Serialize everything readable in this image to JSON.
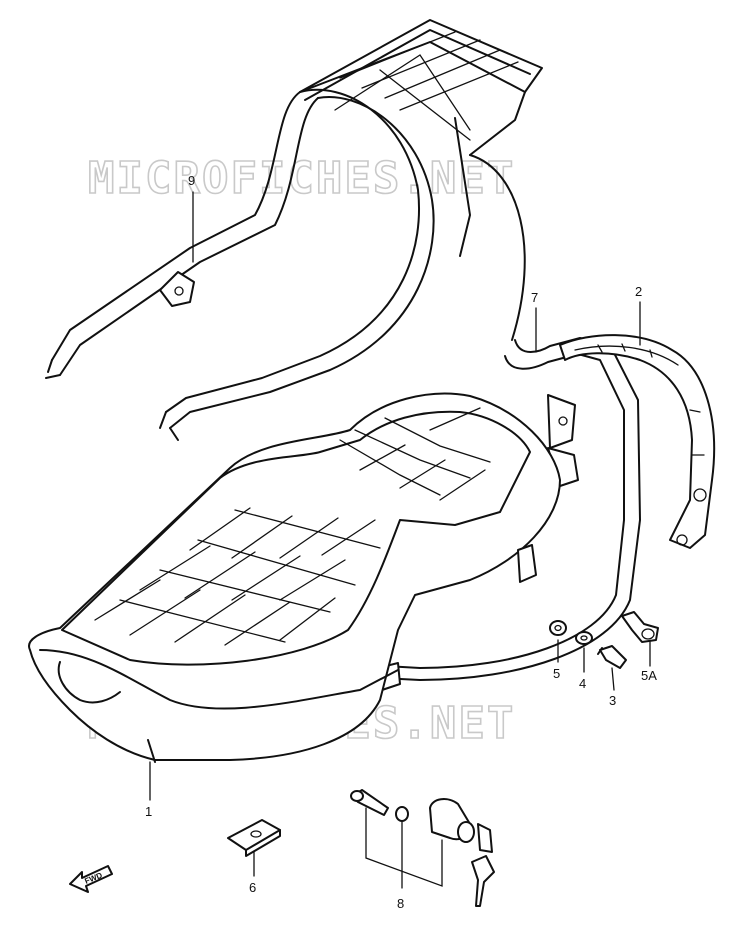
{
  "watermark": "MICROFICHES.NET",
  "fwd_label": "FWD",
  "callouts": [
    {
      "id": "9",
      "label": "9"
    },
    {
      "id": "7",
      "label": "7"
    },
    {
      "id": "2",
      "label": "2"
    },
    {
      "id": "5",
      "label": "5"
    },
    {
      "id": "4",
      "label": "4"
    },
    {
      "id": "3",
      "label": "3"
    },
    {
      "id": "5A",
      "label": "5A"
    },
    {
      "id": "1",
      "label": "1"
    },
    {
      "id": "6",
      "label": "6"
    },
    {
      "id": "8",
      "label": "8"
    }
  ]
}
